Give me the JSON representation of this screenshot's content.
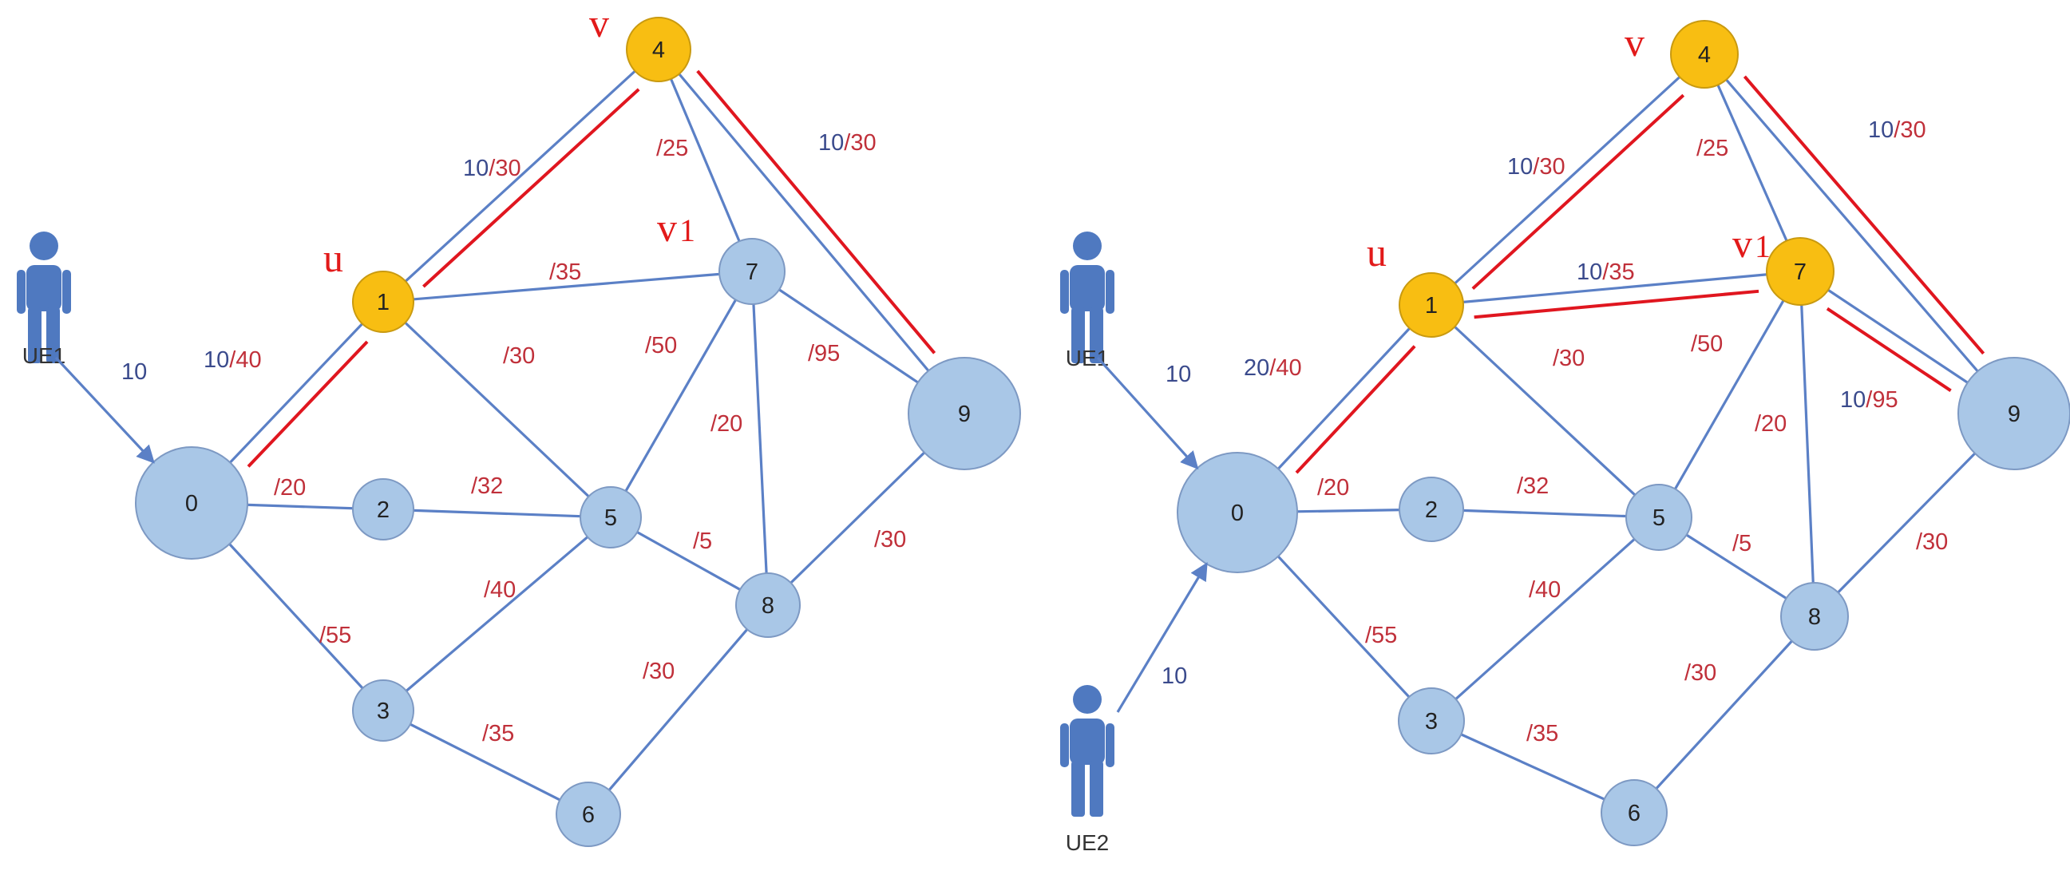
{
  "colors": {
    "edge": "#5b80c6",
    "highlight": "#e21a1a",
    "node_default": "#a9c7e7",
    "node_selected": "#f8be12",
    "capacity_text": "#c0303a",
    "used_text": "#3a4a8c",
    "user_icon": "#4f79c0"
  },
  "diagrams": [
    {
      "nodes": [
        {
          "id": "0",
          "selected": false
        },
        {
          "id": "1",
          "selected": true,
          "tag": "u"
        },
        {
          "id": "2",
          "selected": false
        },
        {
          "id": "3",
          "selected": false
        },
        {
          "id": "4",
          "selected": true,
          "tag": "v"
        },
        {
          "id": "5",
          "selected": false
        },
        {
          "id": "6",
          "selected": false
        },
        {
          "id": "7",
          "selected": false,
          "tag": "v1"
        },
        {
          "id": "8",
          "selected": false
        },
        {
          "id": "9",
          "selected": false
        }
      ],
      "users": [
        {
          "name": "UE1",
          "demand": "10",
          "target": "0"
        }
      ],
      "edges": [
        {
          "from": "0",
          "to": "1",
          "used": "10",
          "cap": "/40",
          "highlighted": true
        },
        {
          "from": "1",
          "to": "4",
          "used": "10",
          "cap": "/30",
          "highlighted": true
        },
        {
          "from": "4",
          "to": "9",
          "used": "10",
          "cap": "/30",
          "highlighted": true
        },
        {
          "from": "4",
          "to": "7",
          "used": "",
          "cap": "/25",
          "highlighted": false
        },
        {
          "from": "1",
          "to": "7",
          "used": "",
          "cap": "/35",
          "highlighted": false
        },
        {
          "from": "1",
          "to": "5",
          "used": "",
          "cap": "/30",
          "highlighted": false
        },
        {
          "from": "7",
          "to": "5",
          "used": "",
          "cap": "/50",
          "highlighted": false
        },
        {
          "from": "7",
          "to": "9",
          "used": "",
          "cap": "/95",
          "highlighted": false
        },
        {
          "from": "7",
          "to": "8",
          "used": "",
          "cap": "/20",
          "highlighted": false
        },
        {
          "from": "0",
          "to": "2",
          "used": "",
          "cap": "/20",
          "highlighted": false
        },
        {
          "from": "2",
          "to": "5",
          "used": "",
          "cap": "/32",
          "highlighted": false
        },
        {
          "from": "5",
          "to": "8",
          "used": "",
          "cap": "/5",
          "highlighted": false
        },
        {
          "from": "8",
          "to": "9",
          "used": "",
          "cap": "/30",
          "highlighted": false
        },
        {
          "from": "0",
          "to": "3",
          "used": "",
          "cap": "/55",
          "highlighted": false
        },
        {
          "from": "3",
          "to": "5",
          "used": "",
          "cap": "/40",
          "highlighted": false
        },
        {
          "from": "3",
          "to": "6",
          "used": "",
          "cap": "/35",
          "highlighted": false
        },
        {
          "from": "6",
          "to": "8",
          "used": "",
          "cap": "/30",
          "highlighted": false
        }
      ]
    },
    {
      "nodes": [
        {
          "id": "0",
          "selected": false
        },
        {
          "id": "1",
          "selected": true,
          "tag": "u"
        },
        {
          "id": "2",
          "selected": false
        },
        {
          "id": "3",
          "selected": false
        },
        {
          "id": "4",
          "selected": true,
          "tag": "v"
        },
        {
          "id": "5",
          "selected": false
        },
        {
          "id": "6",
          "selected": false
        },
        {
          "id": "7",
          "selected": true,
          "tag": "v1"
        },
        {
          "id": "8",
          "selected": false
        },
        {
          "id": "9",
          "selected": false
        }
      ],
      "users": [
        {
          "name": "UE1",
          "demand": "10",
          "target": "0"
        },
        {
          "name": "UE2",
          "demand": "10",
          "target": "0"
        }
      ],
      "edges": [
        {
          "from": "0",
          "to": "1",
          "used": "20",
          "cap": "/40",
          "highlighted": true
        },
        {
          "from": "1",
          "to": "4",
          "used": "10",
          "cap": "/30",
          "highlighted": true
        },
        {
          "from": "4",
          "to": "9",
          "used": "10",
          "cap": "/30",
          "highlighted": true
        },
        {
          "from": "4",
          "to": "7",
          "used": "",
          "cap": "/25",
          "highlighted": false
        },
        {
          "from": "1",
          "to": "7",
          "used": "10",
          "cap": "/35",
          "highlighted": true
        },
        {
          "from": "1",
          "to": "5",
          "used": "",
          "cap": "/30",
          "highlighted": false
        },
        {
          "from": "7",
          "to": "5",
          "used": "",
          "cap": "/50",
          "highlighted": false
        },
        {
          "from": "7",
          "to": "9",
          "used": "10",
          "cap": "/95",
          "highlighted": true
        },
        {
          "from": "7",
          "to": "8",
          "used": "",
          "cap": "/20",
          "highlighted": false
        },
        {
          "from": "0",
          "to": "2",
          "used": "",
          "cap": "/20",
          "highlighted": false
        },
        {
          "from": "2",
          "to": "5",
          "used": "",
          "cap": "/32",
          "highlighted": false
        },
        {
          "from": "5",
          "to": "8",
          "used": "",
          "cap": "/5",
          "highlighted": false
        },
        {
          "from": "8",
          "to": "9",
          "used": "",
          "cap": "/30",
          "highlighted": false
        },
        {
          "from": "0",
          "to": "3",
          "used": "",
          "cap": "/55",
          "highlighted": false
        },
        {
          "from": "3",
          "to": "5",
          "used": "",
          "cap": "/40",
          "highlighted": false
        },
        {
          "from": "3",
          "to": "6",
          "used": "",
          "cap": "/35",
          "highlighted": false
        },
        {
          "from": "6",
          "to": "8",
          "used": "",
          "cap": "/30",
          "highlighted": false
        }
      ]
    }
  ]
}
